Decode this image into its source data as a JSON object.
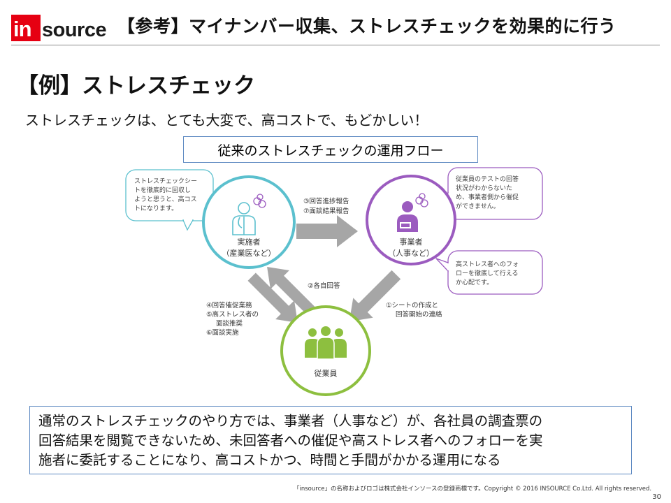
{
  "logo": {
    "text": "insource",
    "red_color": "#e60012"
  },
  "header": {
    "title": "【参考】マイナンバー収集、ストレスチェックを効果的に行う"
  },
  "section_heading": "【例】ストレスチェック",
  "subtitle": "ストレスチェックは、とても大変で、高コストで、もどかしい！",
  "flow_title": "従来のストレスチェックの運用フロー",
  "diagram": {
    "colors": {
      "blue": "#5bc0ce",
      "purple": "#9b5bbf",
      "green": "#8dbf3f",
      "arrow": "#a6a6a6"
    },
    "implementer": {
      "line1": "実施者",
      "line2": "（産業医など）"
    },
    "employer": {
      "line1": "事業者",
      "line2": "（人事など）"
    },
    "employee": {
      "label": "従業員"
    },
    "bubble_implementer": [
      "ストレスチェックシー",
      "トを徹底的に回収し",
      "ようと思うと、高コス",
      "トになります。"
    ],
    "bubble_employer_top": [
      "従業員のテストの回答",
      "状況がわからないた",
      "め、事業者側から催促",
      "ができません。"
    ],
    "bubble_employer_bottom": [
      "高ストレス者へのフォ",
      "ローを徹底して行える",
      "か心配です。"
    ],
    "label_top": [
      "③回答進捗報告",
      "⑦面談結果報告"
    ],
    "label_middle": "②各自回答",
    "label_left": [
      "④回答催促業務",
      "⑤高ストレス者の",
      "面談推奨",
      "⑥面談実施"
    ],
    "label_right": [
      "①シートの作成と",
      "回答開始の連絡"
    ]
  },
  "summary": [
    "通常のストレスチェックのやり方では、事業者（人事など）が、各社員の調査票の",
    "回答結果を閲覧できないため、未回答者への催促や高ストレス者へのフォローを実",
    "施者に委託することになり、高コストかつ、時間と手間がかかる運用になる"
  ],
  "footer": {
    "copyright": "「insource」の名称およびロゴは株式会社インソースの登録商標です。Copyright © 2016 INSOURCE Co.Ltd. All rights reserved.",
    "page_number": "30"
  }
}
